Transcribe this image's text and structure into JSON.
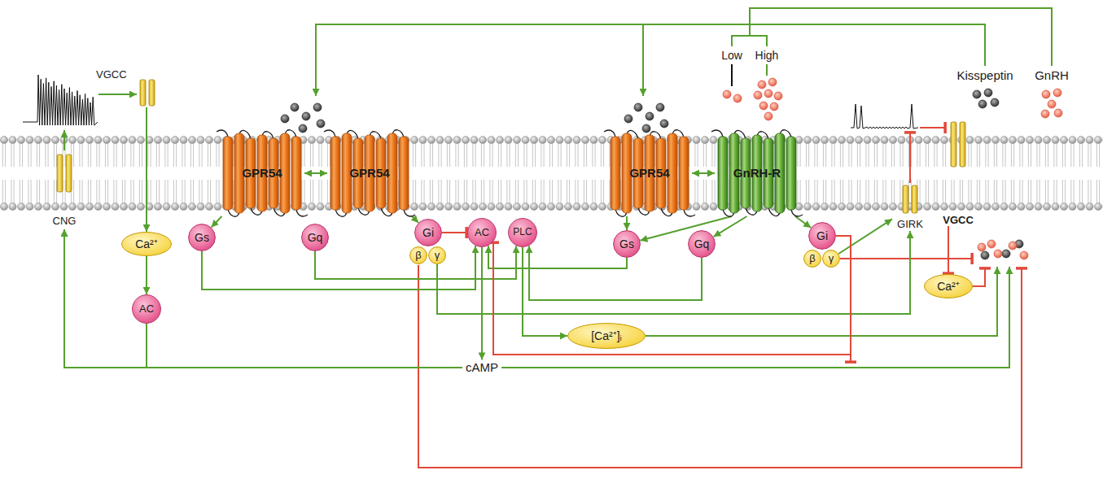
{
  "diagram": {
    "nodes": [
      {
        "text": [
          "GPR54"
        ]
      },
      {
        "text": [
          "GPR54"
        ]
      },
      {
        "text": [
          "GPR54"
        ]
      },
      {
        "text": [
          "GnRH-R"
        ]
      },
      {
        "text": [
          "CNG"
        ]
      },
      {
        "text": [
          "VGCC"
        ]
      },
      {
        "text": [
          "Ca²⁺"
        ]
      },
      {
        "text": [
          "AC"
        ]
      },
      {
        "text": [
          "Gs"
        ]
      },
      {
        "text": [
          "Gq"
        ]
      },
      {
        "text": [
          "Gi"
        ]
      },
      {
        "text": [
          "β"
        ]
      },
      {
        "text": [
          "γ"
        ]
      },
      {
        "text": [
          "AC"
        ]
      },
      {
        "text": [
          "PLC"
        ]
      },
      {
        "text": [
          "Gs"
        ]
      },
      {
        "text": [
          "Gq"
        ]
      },
      {
        "text": [
          "Gi"
        ]
      },
      {
        "text": [
          "β"
        ]
      },
      {
        "text": [
          "γ"
        ]
      },
      {
        "text": [
          "GIRK"
        ]
      },
      {
        "text": [
          "VGCC"
        ]
      },
      {
        "text": [
          "Ca²⁺"
        ]
      },
      {
        "text": [
          "[Ca²⁺]ᵢ"
        ]
      },
      {
        "text": [
          "cAMP"
        ]
      }
    ],
    "edges": [
      {
        "from": 0,
        "to": 1,
        "arrow": "both"
      },
      {
        "from": 2,
        "to": 3,
        "arrow": "both"
      },
      {
        "from": 5,
        "to": 6,
        "arrow": "to"
      },
      {
        "from": 6,
        "to": 7,
        "arrow": "to"
      },
      {
        "from": 7,
        "to": 4,
        "arrow": "to"
      },
      {
        "from": 24,
        "to": 4,
        "arrow": "to"
      },
      {
        "from": 0,
        "to": 8,
        "arrow": "to"
      },
      {
        "from": 1,
        "to": 10,
        "arrow": "to"
      },
      {
        "from": 8,
        "to": 13,
        "arrow": "to"
      },
      {
        "from": 9,
        "to": 14,
        "arrow": "to"
      },
      {
        "from": 10,
        "to": 13,
        "arrow": "to"
      },
      {
        "from": 13,
        "to": 24,
        "arrow": "to"
      },
      {
        "from": 14,
        "to": 23,
        "arrow": "to"
      },
      {
        "from": 15,
        "to": 13,
        "arrow": "to"
      },
      {
        "from": 16,
        "to": 14,
        "arrow": "to"
      },
      {
        "from": 2,
        "to": 15,
        "arrow": "to"
      },
      {
        "from": 3,
        "to": 15,
        "arrow": "to"
      },
      {
        "from": 3,
        "to": 16,
        "arrow": "to"
      },
      {
        "from": 3,
        "to": 17,
        "arrow": "to"
      },
      {
        "from": 19,
        "to": 20,
        "arrow": "to"
      },
      {
        "from": 12,
        "to": 20,
        "arrow": "to"
      },
      {
        "from": 17,
        "to": 13,
        "arrow": "to"
      },
      {
        "from": 21,
        "to": 22,
        "arrow": "to"
      }
    ],
    "labels": [
      "Low",
      "High",
      "Kisspeptin",
      "GnRH"
    ]
  }
}
